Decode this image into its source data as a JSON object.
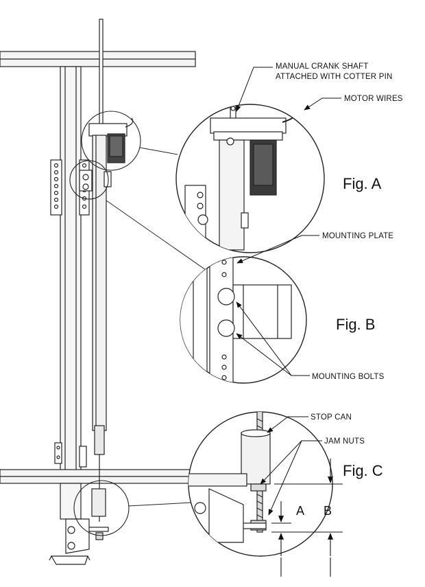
{
  "labels": {
    "crank_line1": "MANUAL CRANK SHAFT",
    "crank_line2": "ATTACHED WITH COTTER PIN",
    "motor_wires": "MOTOR WIRES",
    "mounting_plate": "MOUNTING PLATE",
    "mounting_bolts": "MOUNTING BOLTS",
    "stop_can": "STOP CAN",
    "jam_nuts": "JAM NUTS"
  },
  "figures": {
    "fig_a": "Fig. A",
    "fig_b": "Fig. B",
    "fig_c": "Fig. C"
  },
  "dimensions": {
    "a": "A",
    "b": "B"
  }
}
